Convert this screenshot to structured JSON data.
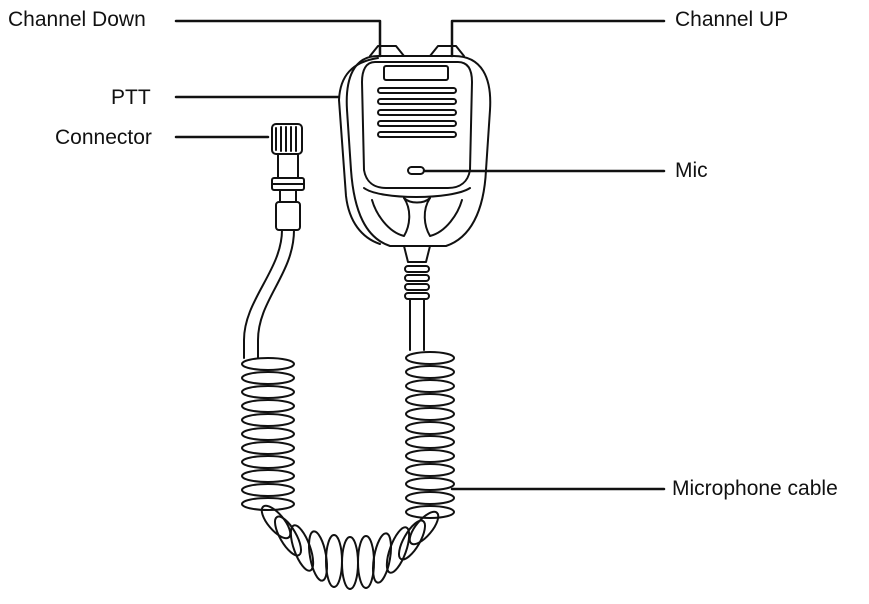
{
  "labels": {
    "channel_down": "Channel Down",
    "channel_up": "Channel UP",
    "ptt": "PTT",
    "connector": "Connector",
    "mic": "Mic",
    "microphone_cable": "Microphone cable"
  },
  "colors": {
    "line": "#111111",
    "background": "#ffffff"
  },
  "icons": [
    "microphone-body",
    "coiled-cable",
    "connector-plug"
  ]
}
